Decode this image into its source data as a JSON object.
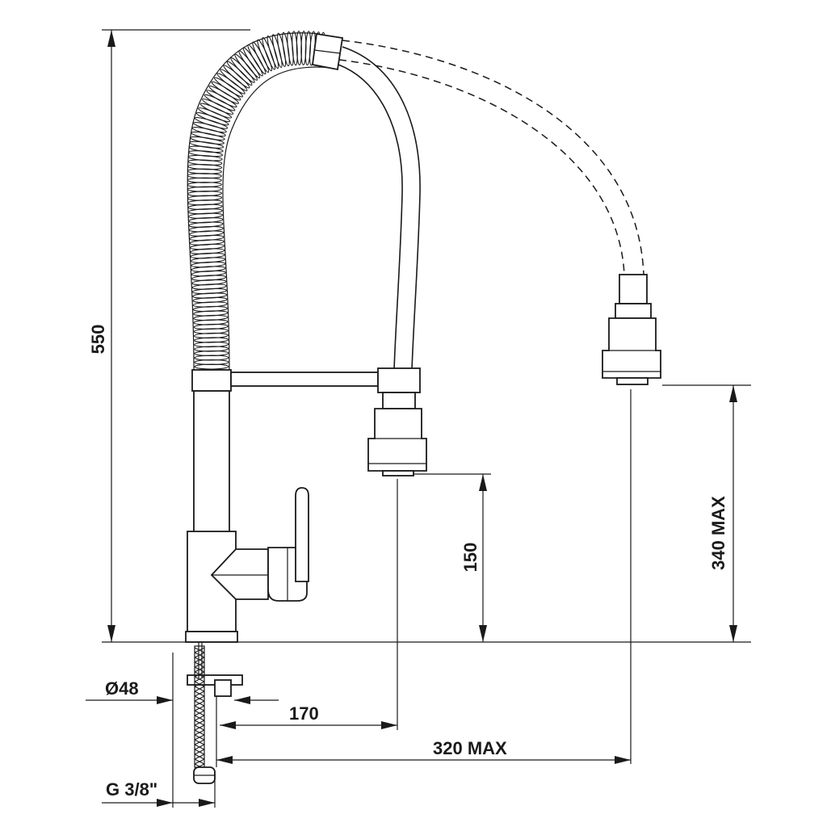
{
  "dimensions": {
    "total_height": "550",
    "spout_height": "150",
    "max_height": "340 MAX",
    "base_diameter": "Ø48",
    "spout_reach": "170",
    "max_reach": "320 MAX",
    "connection": "G 3/8\""
  }
}
